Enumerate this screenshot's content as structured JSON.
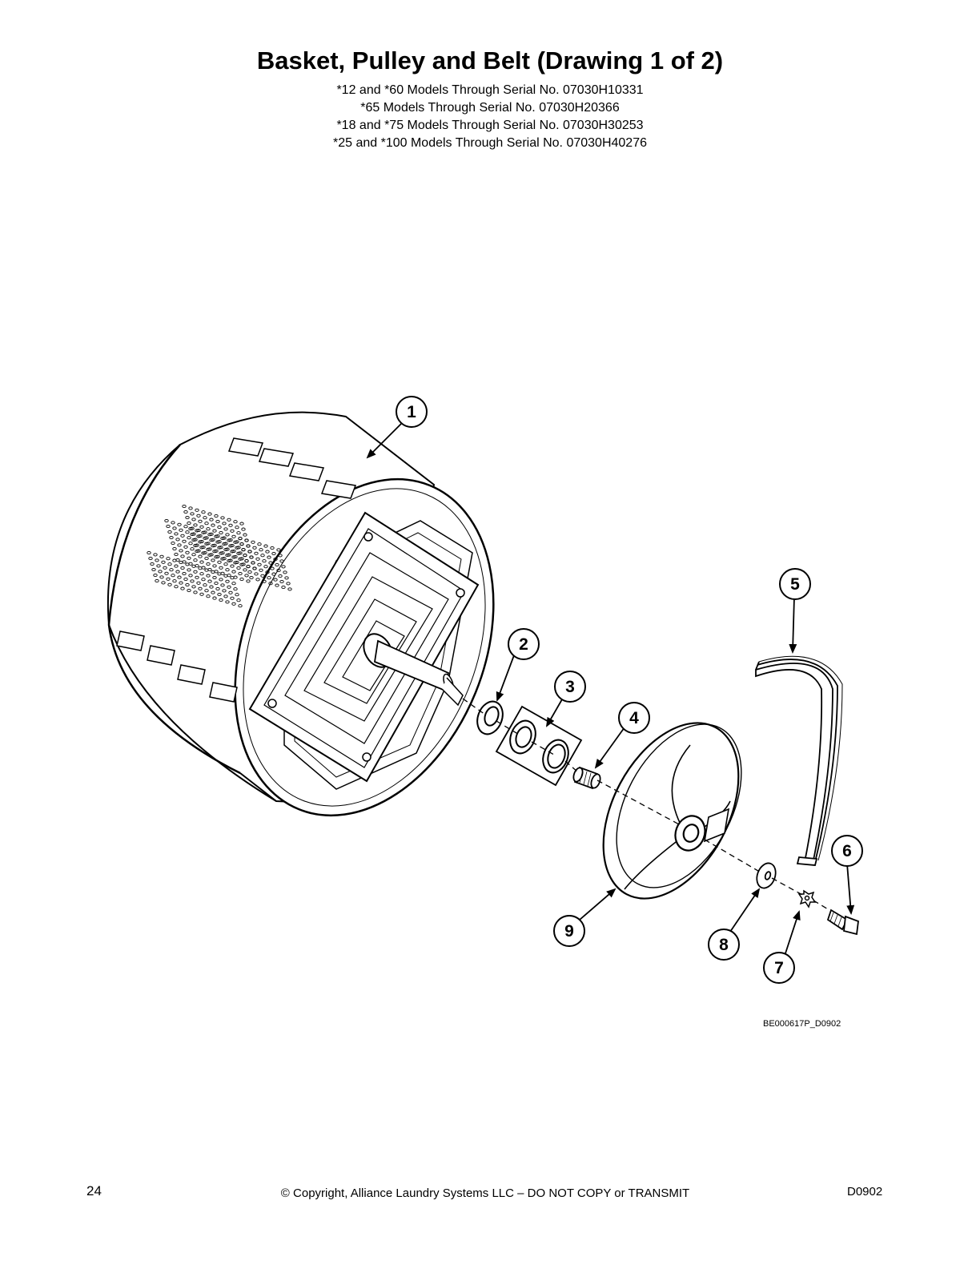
{
  "header": {
    "title": "Basket, Pulley and Belt (Drawing 1 of 2)",
    "subtitles": [
      "*12 and *60 Models Through Serial No. 07030H10331",
      "*65 Models Through Serial No. 07030H20366",
      "*18 and *75 Models Through Serial No. 07030H30253",
      "*25 and *100 Models Through Serial No. 07030H40276"
    ]
  },
  "diagram": {
    "drawing_code": "BE000617P_D0902",
    "callouts": [
      "1",
      "2",
      "3",
      "4",
      "5",
      "6",
      "7",
      "8",
      "9"
    ]
  },
  "footer": {
    "page_number": "24",
    "copyright": "© Copyright, Alliance Laundry Systems LLC – DO NOT COPY or TRANSMIT",
    "doc_code": "D0902"
  }
}
